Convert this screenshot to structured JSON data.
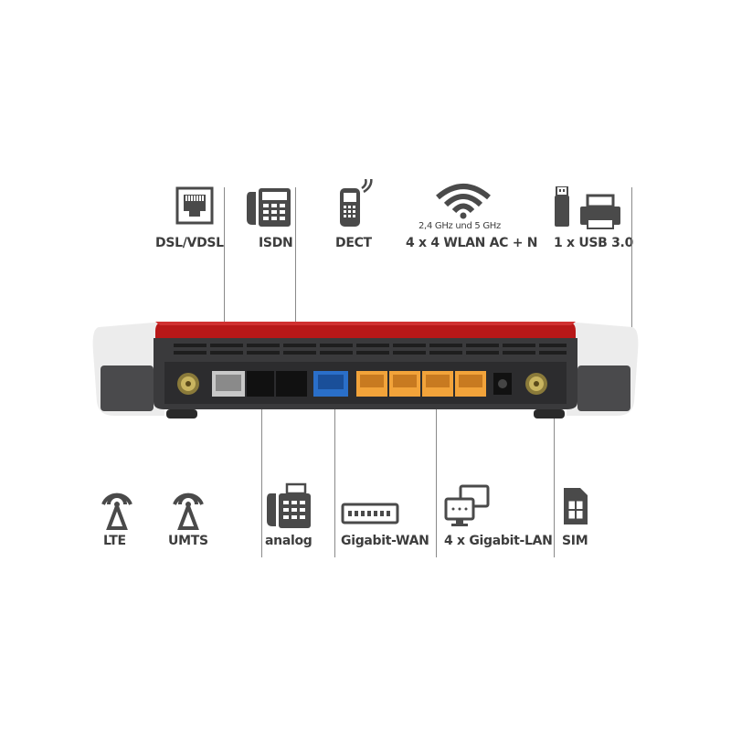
{
  "top_features": {
    "dsl": "DSL/VDSL",
    "isdn": "ISDN",
    "dect": "DECT",
    "wlan_sub": "2,4 GHz und 5 GHz",
    "wlan": "4 x 4 WLAN AC + N",
    "usb": "1 x USB 3.0"
  },
  "bottom_features": {
    "lte": "LTE",
    "umts": "UMTS",
    "analog": "analog",
    "wan": "Gigabit-WAN",
    "lan": "4 x Gigabit-LAN",
    "sim": "SIM"
  },
  "colors": {
    "red": "#b81818",
    "body": "#3a3a3c",
    "panel": "#2c2c2e",
    "lan_orange": "#f2a33a",
    "wan_blue": "#2a6fc9",
    "dsl_gray": "#c8c8c8",
    "icon_gray": "#4a4a4a"
  },
  "icons": {
    "dsl": "ethernet-port-icon",
    "isdn": "desk-phone-icon",
    "dect": "cordless-phone-icon",
    "wlan": "wifi-icon",
    "usb": "usb-stick-icon",
    "printer": "printer-icon",
    "lte": "antenna-tower-icon",
    "umts": "antenna-tower-icon",
    "analog": "fax-phone-icon",
    "wan": "switch-icon",
    "lan": "monitors-icon",
    "sim": "sim-card-icon"
  }
}
